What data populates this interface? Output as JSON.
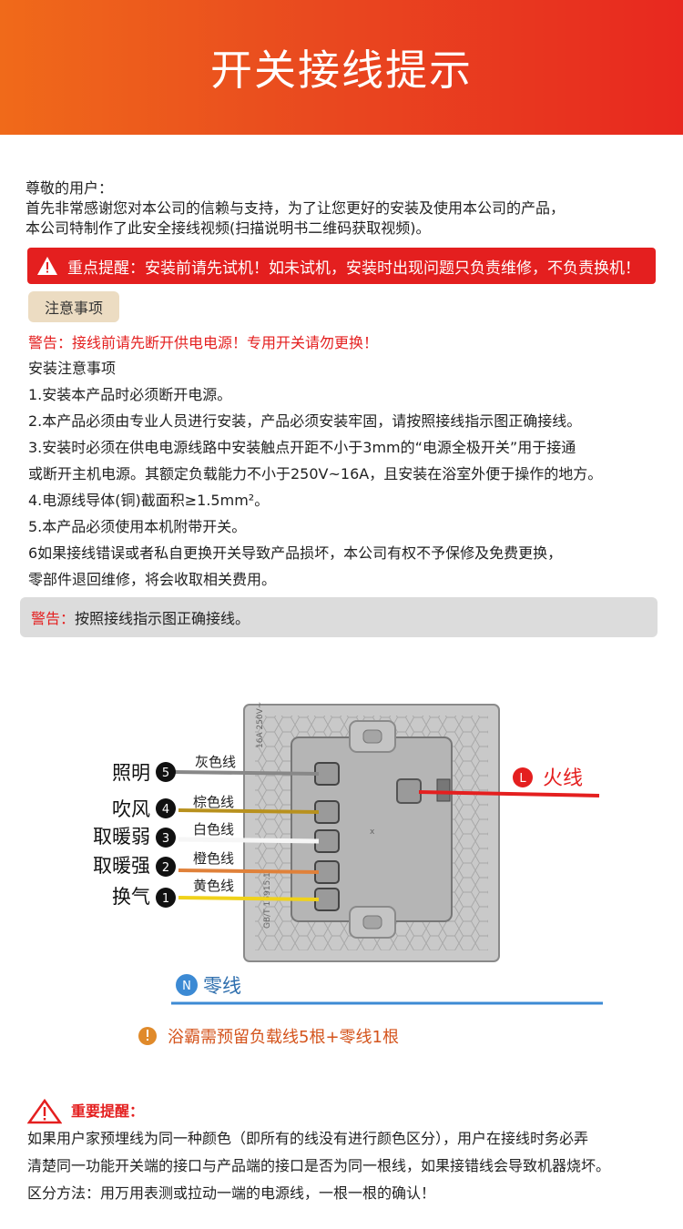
{
  "header": {
    "title": "开关接线提示"
  },
  "intro": {
    "greeting": "尊敬的用户：",
    "line1": "首先非常感谢您对本公司的信赖与支持，为了让您更好的安装及使用本公司的产品，",
    "line2": "本公司特制作了此安全接线视频(扫描说明书二维码获取视频)。"
  },
  "alert": {
    "text": "重点提醒：安装前请先试机！如未试机，安装时出现问题只负责维修，不负责换机！"
  },
  "notice": {
    "tag": "注意事项",
    "warning": "警告：接线前请先断开供电电源！专用开关请勿更换！",
    "title": "安装注意事项",
    "items": [
      "1.安装本产品时必须断开电源。",
      "2.本产品必须由专业人员进行安装，产品必须安装牢固，请按照接线指示图正确接线。",
      "3.安装时必须在供电电源线路中安装触点开距不小于3mm的“电源全极开关”用于接通",
      "或断开主机电源。其额定负载能力不小于250V~16A，且安装在浴室外便于操作的地方。",
      "4.电源线导体(铜)截面积≥1.5mm²。",
      "5.本产品必须使用本机附带开关。",
      "6如果接线错误或者私自更换开关导致产品损坏，本公司有权不予保修及免费更换，",
      "零部件退回维修，将会收取相关费用。"
    ]
  },
  "warn_box": {
    "label": "警告：",
    "text": "按照接线指示图正确接线。"
  },
  "diagram": {
    "rows": [
      {
        "num": "5",
        "func": "照明",
        "wire": "灰色线",
        "color": "#888888"
      },
      {
        "num": "4",
        "func": "吹风",
        "wire": "棕色线",
        "color": "#b8911e"
      },
      {
        "num": "3",
        "func": "取暖弱",
        "wire": "白色线",
        "color": "#f2f2f2"
      },
      {
        "num": "2",
        "func": "取暖强",
        "wire": "橙色线",
        "color": "#e0813a"
      },
      {
        "num": "1",
        "func": "换气",
        "wire": "黄色线",
        "color": "#f0d21a"
      }
    ],
    "live": {
      "badge": "L",
      "label": "火线",
      "color": "#e41f1f"
    },
    "neutral": {
      "badge": "N",
      "label": "零线",
      "color": "#3c8ad4"
    },
    "note": "浴霸需预留负载线5根+零线1根",
    "plate_texts": [
      "16A 250V~",
      "GB/T 16915.1"
    ]
  },
  "important": {
    "title": "重要提醒：",
    "line1": "如果用户家预埋线为同一种颜色（即所有的线没有进行颜色区分），用户在接线时务必弄",
    "line2": "清楚同一功能开关端的接口与产品端的接口是否为同一根线，如果接错线会导致机器烧坏。",
    "line3": "区分方法：用万用表测或拉动一端的电源线，一根一根的确认！"
  }
}
